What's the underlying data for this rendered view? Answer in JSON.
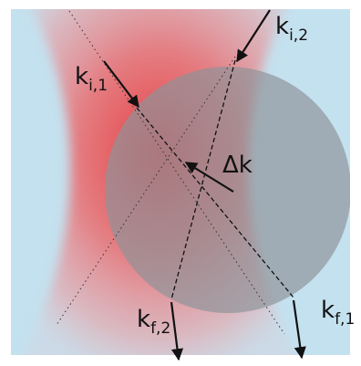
{
  "labels": {
    "k_i1": {
      "base": "k",
      "sub": "i,1"
    },
    "k_i2": {
      "base": "k",
      "sub": "i,2"
    },
    "k_f1": {
      "base": "k",
      "sub": "f,1"
    },
    "k_f2": {
      "base": "k",
      "sub": "f,2"
    },
    "delta_k": "Δk"
  },
  "colors": {
    "background": "#c4e1ef",
    "beam": "#e8373a",
    "sphere": "#8e9399",
    "stroke": "#111111"
  }
}
